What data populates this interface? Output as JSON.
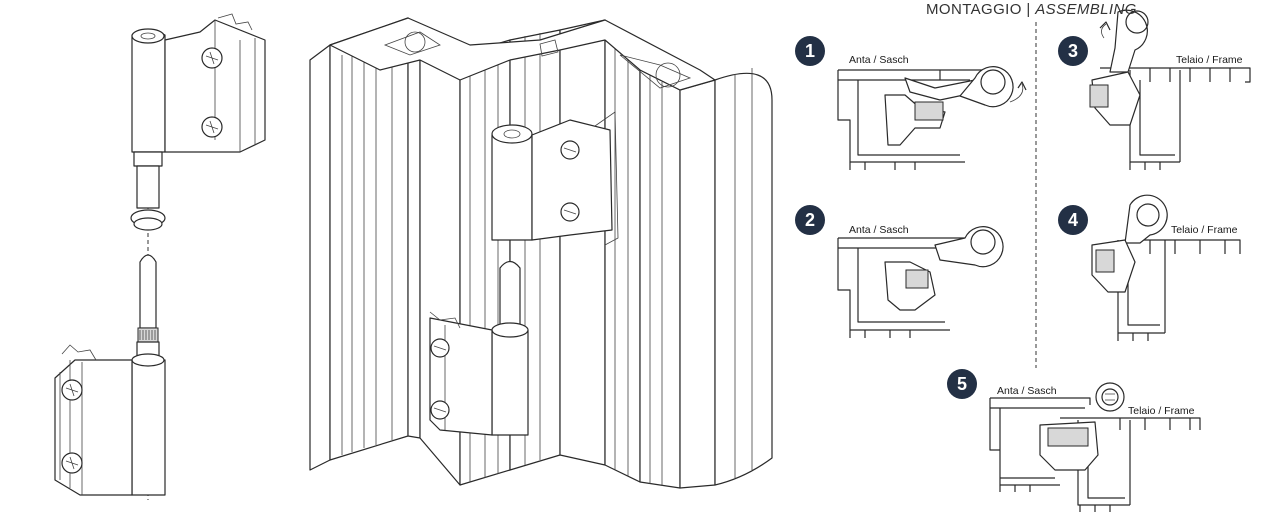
{
  "header": {
    "title_main": "MONTAGGIO | ",
    "title_italic": "ASSEMBLING"
  },
  "steps": [
    {
      "number": "1",
      "labels": [
        "Anta / Sasch"
      ]
    },
    {
      "number": "2",
      "labels": [
        "Anta / Sasch"
      ]
    },
    {
      "number": "3",
      "labels": [
        "Telaio / Frame"
      ]
    },
    {
      "number": "4",
      "labels": [
        "Telaio / Frame"
      ]
    },
    {
      "number": "5",
      "labels": [
        "Anta / Sasch",
        "Telaio / Frame"
      ]
    }
  ],
  "colors": {
    "badge": "#233045",
    "line": "#2a2a2a",
    "background": "#ffffff"
  }
}
